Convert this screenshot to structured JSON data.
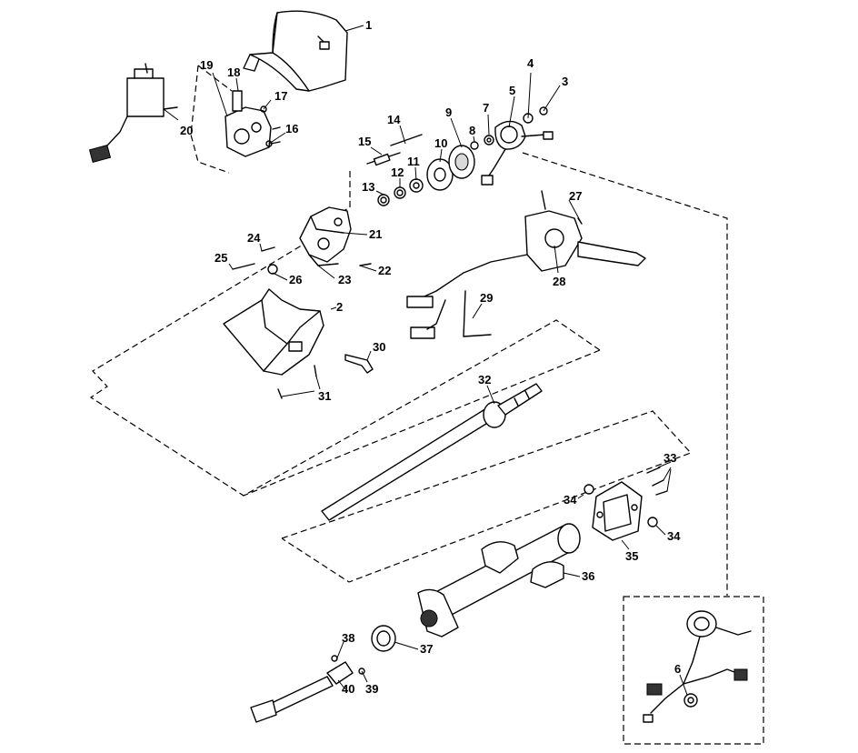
{
  "callouts": [
    {
      "id": "c1",
      "label": "1"
    },
    {
      "id": "c2",
      "label": "2"
    },
    {
      "id": "c3",
      "label": "3"
    },
    {
      "id": "c4",
      "label": "4"
    },
    {
      "id": "c5",
      "label": "5"
    },
    {
      "id": "c6",
      "label": "6"
    },
    {
      "id": "c7",
      "label": "7"
    },
    {
      "id": "c8",
      "label": "8"
    },
    {
      "id": "c9",
      "label": "9"
    },
    {
      "id": "c10",
      "label": "10"
    },
    {
      "id": "c11",
      "label": "11"
    },
    {
      "id": "c12",
      "label": "12"
    },
    {
      "id": "c13",
      "label": "13"
    },
    {
      "id": "c14",
      "label": "14"
    },
    {
      "id": "c15",
      "label": "15"
    },
    {
      "id": "c16",
      "label": "16"
    },
    {
      "id": "c17",
      "label": "17"
    },
    {
      "id": "c18",
      "label": "18"
    },
    {
      "id": "c19",
      "label": "19"
    },
    {
      "id": "c20",
      "label": "20"
    },
    {
      "id": "c21",
      "label": "21"
    },
    {
      "id": "c22",
      "label": "22"
    },
    {
      "id": "c23",
      "label": "23"
    },
    {
      "id": "c24",
      "label": "24"
    },
    {
      "id": "c25",
      "label": "25"
    },
    {
      "id": "c26",
      "label": "26"
    },
    {
      "id": "c27",
      "label": "27"
    },
    {
      "id": "c28",
      "label": "28"
    },
    {
      "id": "c29",
      "label": "29"
    },
    {
      "id": "c30",
      "label": "30"
    },
    {
      "id": "c31",
      "label": "31"
    },
    {
      "id": "c32",
      "label": "32"
    },
    {
      "id": "c33",
      "label": "33"
    },
    {
      "id": "c34a",
      "label": "34"
    },
    {
      "id": "c34b",
      "label": "34"
    },
    {
      "id": "c35",
      "label": "35"
    },
    {
      "id": "c36",
      "label": "36"
    },
    {
      "id": "c37",
      "label": "37"
    },
    {
      "id": "c38",
      "label": "38"
    },
    {
      "id": "c39",
      "label": "39"
    },
    {
      "id": "c40",
      "label": "40"
    }
  ]
}
